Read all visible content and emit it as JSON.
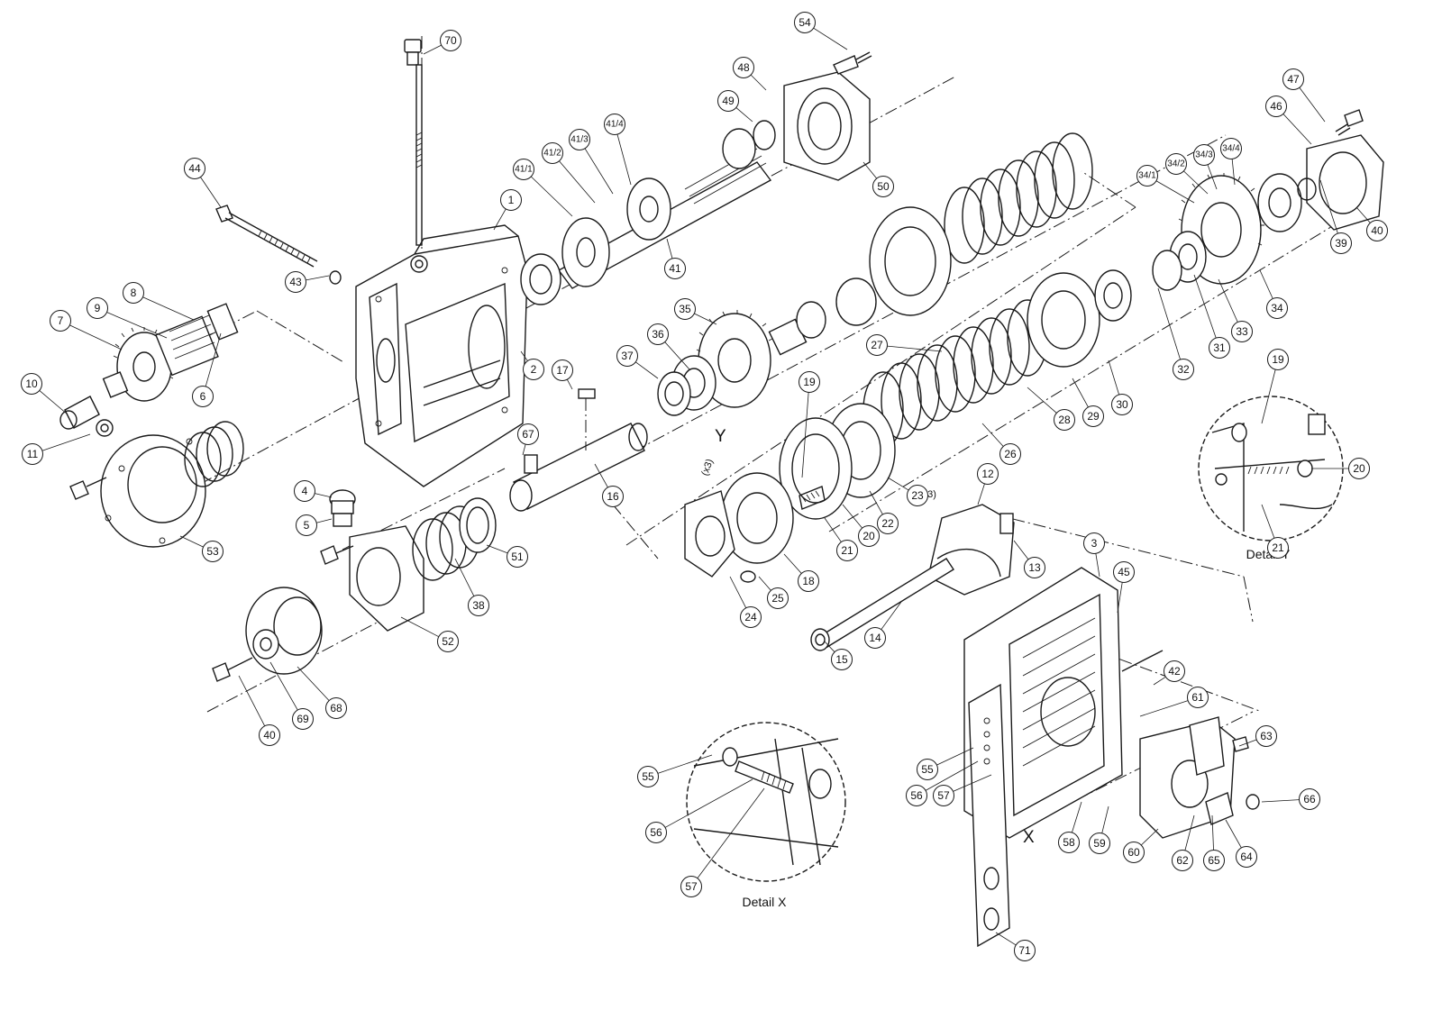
{
  "diagram": {
    "detail_x_title": "Detail X",
    "detail_y_title": "Detail Y",
    "marker_x": "X",
    "marker_y": "Y",
    "qty_note_23": "(x3)",
    "qty_note_18": "(x3)",
    "callouts": [
      "70",
      "54",
      "48",
      "49",
      "50",
      "47",
      "46",
      "40",
      "39",
      "44",
      "41/4",
      "41/3",
      "41/2",
      "41/1",
      "1",
      "41",
      "34/1",
      "34/2",
      "34/3",
      "34/4",
      "34",
      "33",
      "31",
      "32",
      "43",
      "8",
      "9",
      "7",
      "6",
      "10",
      "11",
      "2",
      "17",
      "35",
      "36",
      "37",
      "19",
      "27",
      "28",
      "29",
      "30",
      "26",
      "23",
      "22",
      "20",
      "21",
      "18",
      "25",
      "24",
      "67",
      "16",
      "4",
      "5",
      "53",
      "51",
      "38",
      "52",
      "12",
      "13",
      "14",
      "15",
      "3",
      "45",
      "42",
      "61",
      "63",
      "55",
      "56",
      "57",
      "58",
      "59",
      "60",
      "62",
      "65",
      "64",
      "66",
      "71",
      "68",
      "69",
      "40",
      "19",
      "20",
      "21",
      "55",
      "56",
      "57"
    ]
  }
}
